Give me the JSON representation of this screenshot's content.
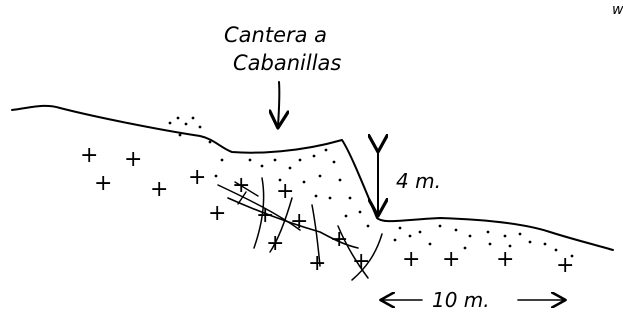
{
  "labels": {
    "site_line1": "Cantera a",
    "site_line2": "Cabanillas",
    "height": "4 m.",
    "scale": "10 m.",
    "corner_mark": "w"
  },
  "legend_symbols": {
    "plus": "+",
    "dot": "·"
  },
  "colors": {
    "ink": "#000000",
    "paper": "#ffffff"
  }
}
